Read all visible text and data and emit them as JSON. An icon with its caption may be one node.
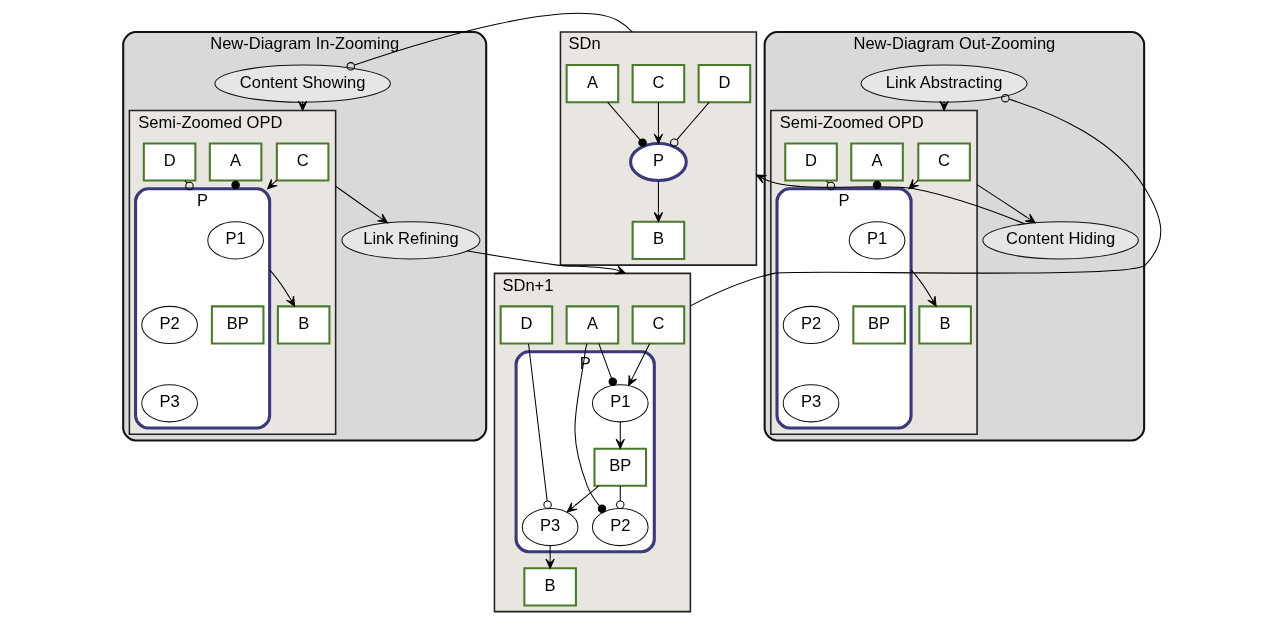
{
  "diagram": {
    "nodes": [
      {
        "text": [
          "New-Diagram In-Zooming"
        ]
      },
      {
        "text": [
          "Content Showing"
        ],
        "in": 0
      },
      {
        "text": [
          "Semi-Zoomed OPD"
        ],
        "in": 0
      },
      {
        "text": [
          "C"
        ],
        "in": 2
      },
      {
        "text": [
          "A"
        ],
        "in": 2
      },
      {
        "text": [
          "D"
        ],
        "in": 2
      },
      {
        "text": [
          "P"
        ],
        "in": 2
      },
      {
        "text": [
          "P1"
        ],
        "in": 6
      },
      {
        "text": [
          "P2"
        ],
        "in": 6
      },
      {
        "text": [
          "BP"
        ],
        "in": 6
      },
      {
        "text": [
          "P3"
        ],
        "in": 6
      },
      {
        "text": [
          "B"
        ],
        "in": 2
      },
      {
        "text": [
          "Link Refining"
        ],
        "in": 0
      },
      {
        "text": [
          "SDn"
        ]
      },
      {
        "text": [
          "C"
        ],
        "in": 13
      },
      {
        "text": [
          "A"
        ],
        "in": 13
      },
      {
        "text": [
          "D"
        ],
        "in": 13
      },
      {
        "text": [
          "P"
        ],
        "in": 13
      },
      {
        "text": [
          "B"
        ],
        "in": 13
      },
      {
        "text": [
          "SDn+1"
        ]
      },
      {
        "text": [
          "C"
        ],
        "in": 19
      },
      {
        "text": [
          "A"
        ],
        "in": 19
      },
      {
        "text": [
          "D"
        ],
        "in": 19
      },
      {
        "text": [
          "P"
        ],
        "in": 19
      },
      {
        "text": [
          "P1"
        ],
        "in": 23
      },
      {
        "text": [
          "P2"
        ],
        "in": 23
      },
      {
        "text": [
          "BP"
        ],
        "in": 23
      },
      {
        "text": [
          "P3"
        ],
        "in": 23
      },
      {
        "text": [
          "B"
        ],
        "in": 19
      },
      {
        "text": [
          "New-Diagram Out-Zooming"
        ]
      },
      {
        "text": [
          "Link Abstracting"
        ],
        "in": 29
      },
      {
        "text": [
          "Semi-Zoomed OPD"
        ],
        "in": 29
      },
      {
        "text": [
          "C"
        ],
        "in": 31
      },
      {
        "text": [
          "A"
        ],
        "in": 31
      },
      {
        "text": [
          "D"
        ],
        "in": 31
      },
      {
        "text": [
          "P"
        ],
        "in": 31
      },
      {
        "text": [
          "P1"
        ],
        "in": 35
      },
      {
        "text": [
          "P2"
        ],
        "in": 35
      },
      {
        "text": [
          "BP"
        ],
        "in": 35
      },
      {
        "text": [
          "P3"
        ],
        "in": 35
      },
      {
        "text": [
          "B"
        ],
        "in": 31
      },
      {
        "text": [
          "Content Hiding"
        ],
        "in": 29
      }
    ],
    "edges": [
      {
        "from": 1,
        "to": 2,
        "arrow": "to"
      },
      {
        "from": 3,
        "to": 6,
        "arrow": "to"
      },
      {
        "from": 4,
        "to": 6,
        "arrow": "other"
      },
      {
        "from": 5,
        "to": 6,
        "arrow": "other"
      },
      {
        "from": 6,
        "to": 11,
        "arrow": "to"
      },
      {
        "from": 2,
        "to": 12,
        "arrow": "to"
      },
      {
        "from": 13,
        "to": 1,
        "arrow": "other"
      },
      {
        "from": 12,
        "to": 19,
        "arrow": "to"
      },
      {
        "from": 14,
        "to": 17,
        "arrow": "to"
      },
      {
        "from": 15,
        "to": 17,
        "arrow": "other"
      },
      {
        "from": 16,
        "to": 17,
        "arrow": "other"
      },
      {
        "from": 17,
        "to": 18,
        "arrow": "to"
      },
      {
        "from": 20,
        "to": 24,
        "arrow": "to"
      },
      {
        "from": 21,
        "to": 24,
        "arrow": "other"
      },
      {
        "from": 21,
        "to": 25,
        "arrow": "other"
      },
      {
        "from": 24,
        "to": 26,
        "arrow": "to"
      },
      {
        "from": 26,
        "to": 25,
        "arrow": "other"
      },
      {
        "from": 26,
        "to": 27,
        "arrow": "to"
      },
      {
        "from": 22,
        "to": 27,
        "arrow": "other"
      },
      {
        "from": 27,
        "to": 28,
        "arrow": "to"
      },
      {
        "from": 19,
        "to": 30,
        "arrow": "other"
      },
      {
        "from": 30,
        "to": 31,
        "arrow": "to"
      },
      {
        "from": 32,
        "to": 35,
        "arrow": "to"
      },
      {
        "from": 33,
        "to": 35,
        "arrow": "other"
      },
      {
        "from": 34,
        "to": 35,
        "arrow": "other"
      },
      {
        "from": 35,
        "to": 40,
        "arrow": "to"
      },
      {
        "from": 31,
        "to": 41,
        "arrow": "to"
      },
      {
        "from": 41,
        "to": 13,
        "arrow": "to"
      }
    ]
  }
}
